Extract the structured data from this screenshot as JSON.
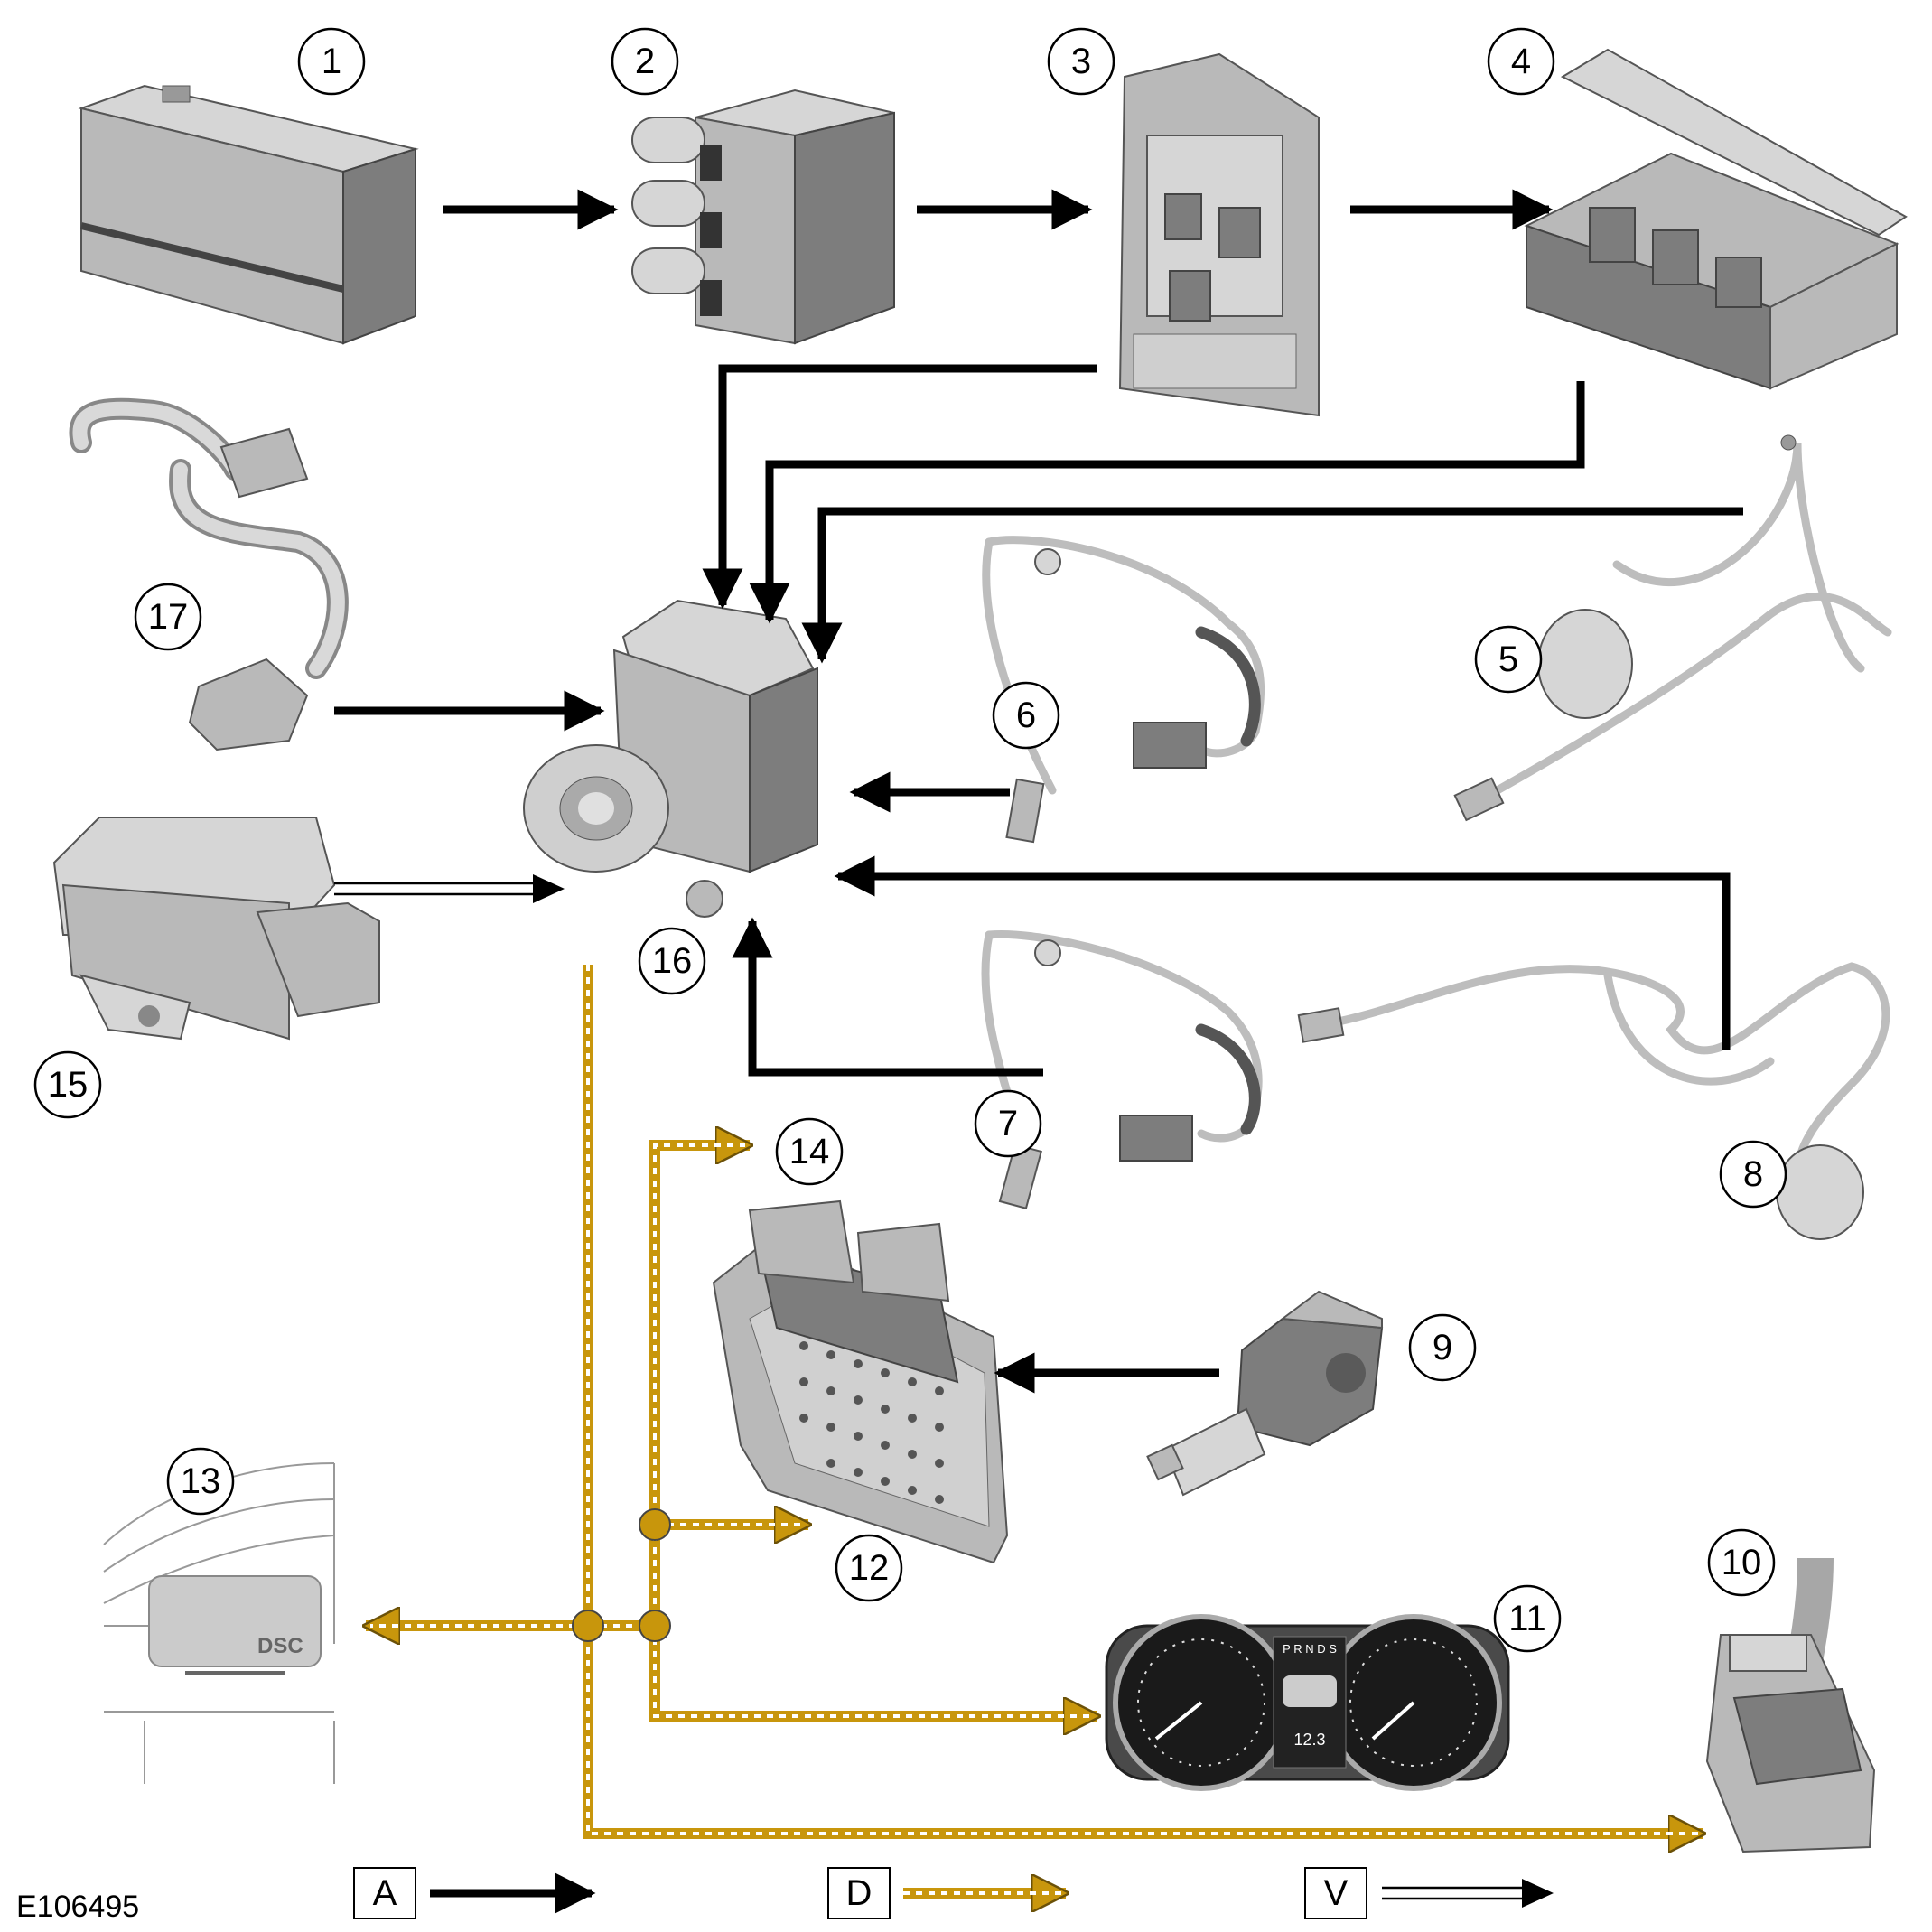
{
  "figure_ref": "E106495",
  "component_numbers": [
    "1",
    "2",
    "3",
    "4",
    "5",
    "6",
    "7",
    "8",
    "9",
    "10",
    "11",
    "12",
    "13",
    "14",
    "15",
    "16",
    "17"
  ],
  "legend": [
    {
      "label": "A",
      "style": "solid"
    },
    {
      "label": "D",
      "style": "dashed-gold"
    },
    {
      "label": "V",
      "style": "double-line"
    }
  ],
  "switch_text": "DSC",
  "cluster_gears": "P R N D S",
  "cluster_readout": "12.3",
  "colors": {
    "wire_A": "#000000",
    "wire_D": "#c8960c",
    "component": "#b9b9b9"
  }
}
